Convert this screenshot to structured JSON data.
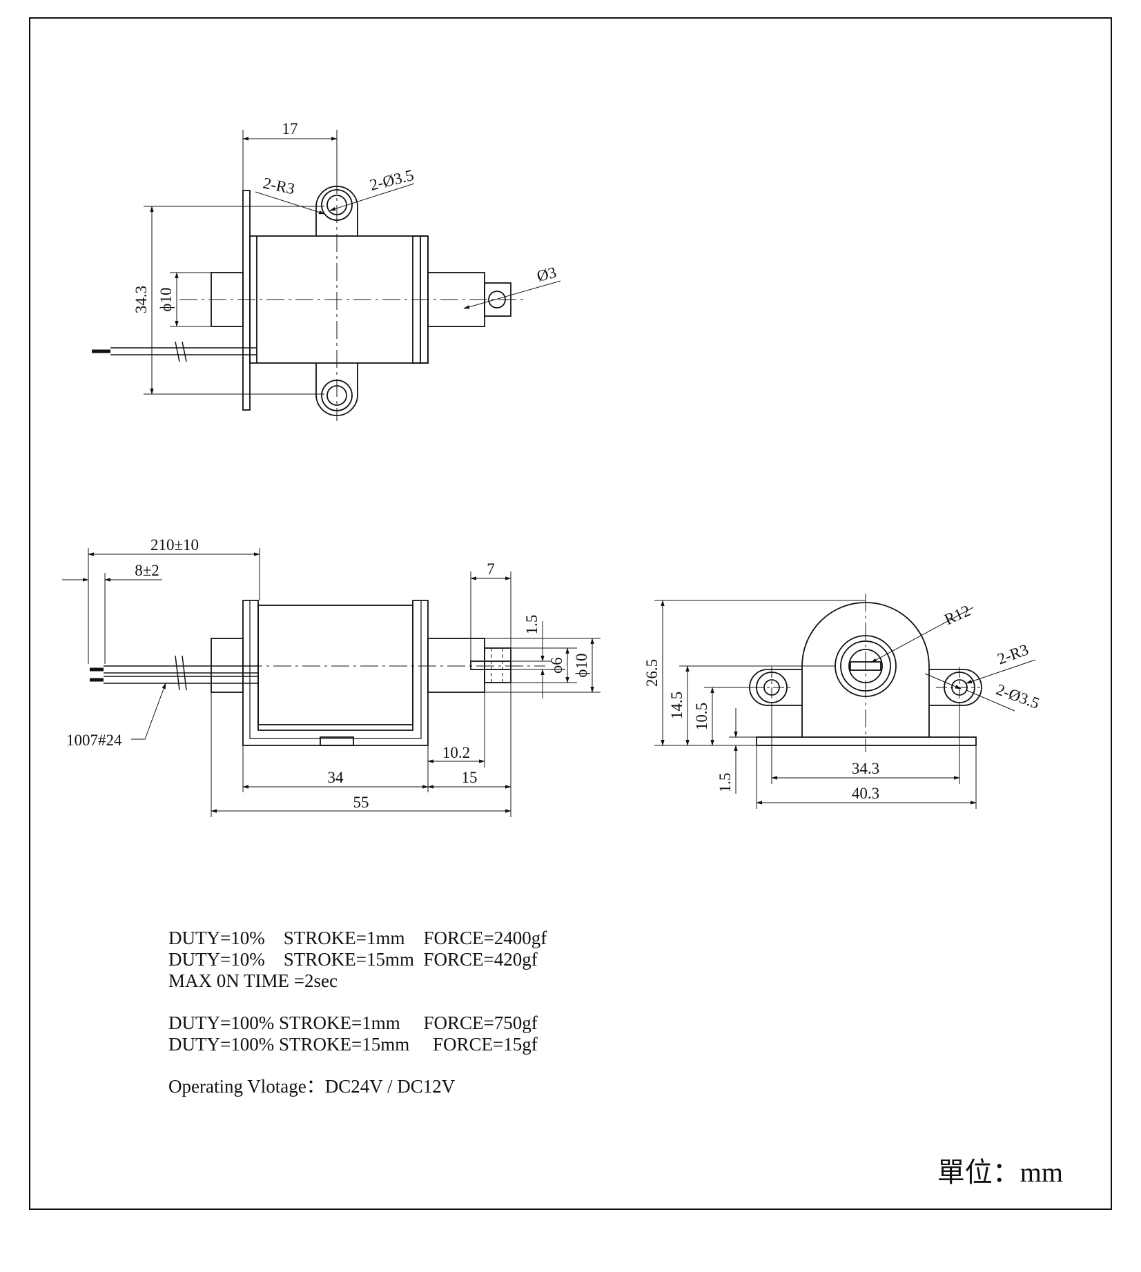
{
  "top_view": {
    "dim_width": "17",
    "radius_label": "2-R3",
    "hole_label": "2-Ø3.5",
    "dim_height": "34.3",
    "dim_body_dia": "ϕ10",
    "dim_pin_dia": "Ø3"
  },
  "side_view": {
    "dim_lead_length": "210±10",
    "dim_strip_length": "8±2",
    "dim_pin_width": "7",
    "dim_gap": "1.5",
    "dim_dia6": "ϕ6",
    "dim_dia10": "ϕ10",
    "wire_label": "1007#24",
    "dim_plunger_ext": "10.2",
    "dim_body": "34",
    "dim_plunger": "15",
    "dim_total": "55"
  },
  "end_view": {
    "dim_radius": "R12",
    "radius_label": "2-R3",
    "hole_label": "2-Ø3.5",
    "dim_height": "26.5",
    "dim_center": "14.5",
    "dim_hole_height": "10.5",
    "dim_base_thickness": "1.5",
    "dim_hole_spacing": "34.3",
    "dim_base_width": "40.3"
  },
  "specs": {
    "line1": "DUTY=10%    STROKE=1mm    FORCE=2400gf",
    "line2": "DUTY=10%    STROKE=15mm  FORCE=420gf",
    "line3": "MAX 0N TIME =2sec",
    "line4": "DUTY=100% STROKE=1mm     FORCE=750gf",
    "line5": "DUTY=100% STROKE=15mm     FORCE=15gf",
    "line6": "Operating Vlotage：DC24V / DC12V"
  },
  "unit_label": "單位：mm"
}
